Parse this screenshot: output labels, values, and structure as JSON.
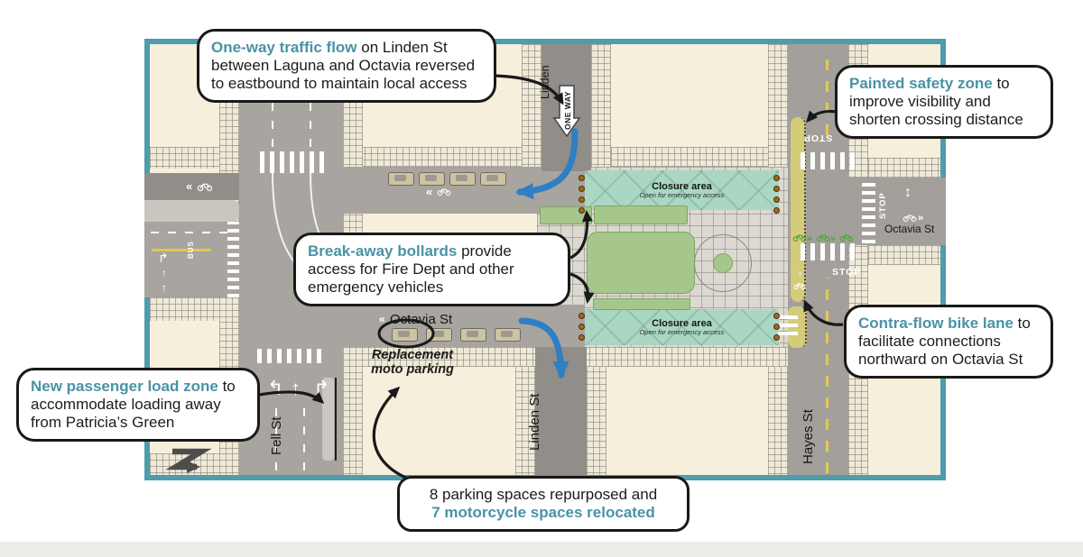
{
  "map": {
    "streets": {
      "linden_top": "Linden",
      "linden_bottom": "Linden St",
      "fell": "Fell St",
      "hayes": "Hayes St",
      "octavia_left": "Octavia St",
      "octavia_right": "Octavia St"
    },
    "markings": {
      "one_way": "ONE WAY",
      "stop_hayes_top": "STOP",
      "stop_hayes_bottom": "STOP",
      "stop_octavia": "STOP",
      "bus_lane": "BUS"
    },
    "closure_areas": [
      {
        "title": "Closure area",
        "subtitle": "Open for emergency access"
      },
      {
        "title": "Closure area",
        "subtitle": "Open for emergency access"
      }
    ],
    "moto_note": "Replacement moto parking"
  },
  "callouts": {
    "one_way": {
      "lead": "One-way traffic flow",
      "rest": " on Linden St between Laguna and Octavia reversed to eastbound to maintain local access"
    },
    "painted_zone": {
      "lead": "Painted safety zone",
      "rest": " to improve visibility and shorten crossing distance"
    },
    "bollards": {
      "lead": "Break-away bollards",
      "rest": " provide access for Fire Dept and other emergency vehicles"
    },
    "contra_flow": {
      "lead": "Contra-flow bike lane",
      "rest": " to facilitate connections northward on Octavia St"
    },
    "load_zone": {
      "lead": "New passenger load zone",
      "rest": " to accommodate loading away from Patricia’s Green"
    },
    "parking": {
      "line1": "8 parking spaces repurposed and",
      "line2": "7 motorcycle spaces relocated"
    }
  },
  "colors": {
    "map_border": "#4e9cac",
    "teal_text": "#4a92a6",
    "closure_fill": "#a9d7c3",
    "lawn_green": "#a5c78b",
    "arrow_blue": "#2e7fc4",
    "safety_zone_yellow": "#d5cc7a"
  }
}
